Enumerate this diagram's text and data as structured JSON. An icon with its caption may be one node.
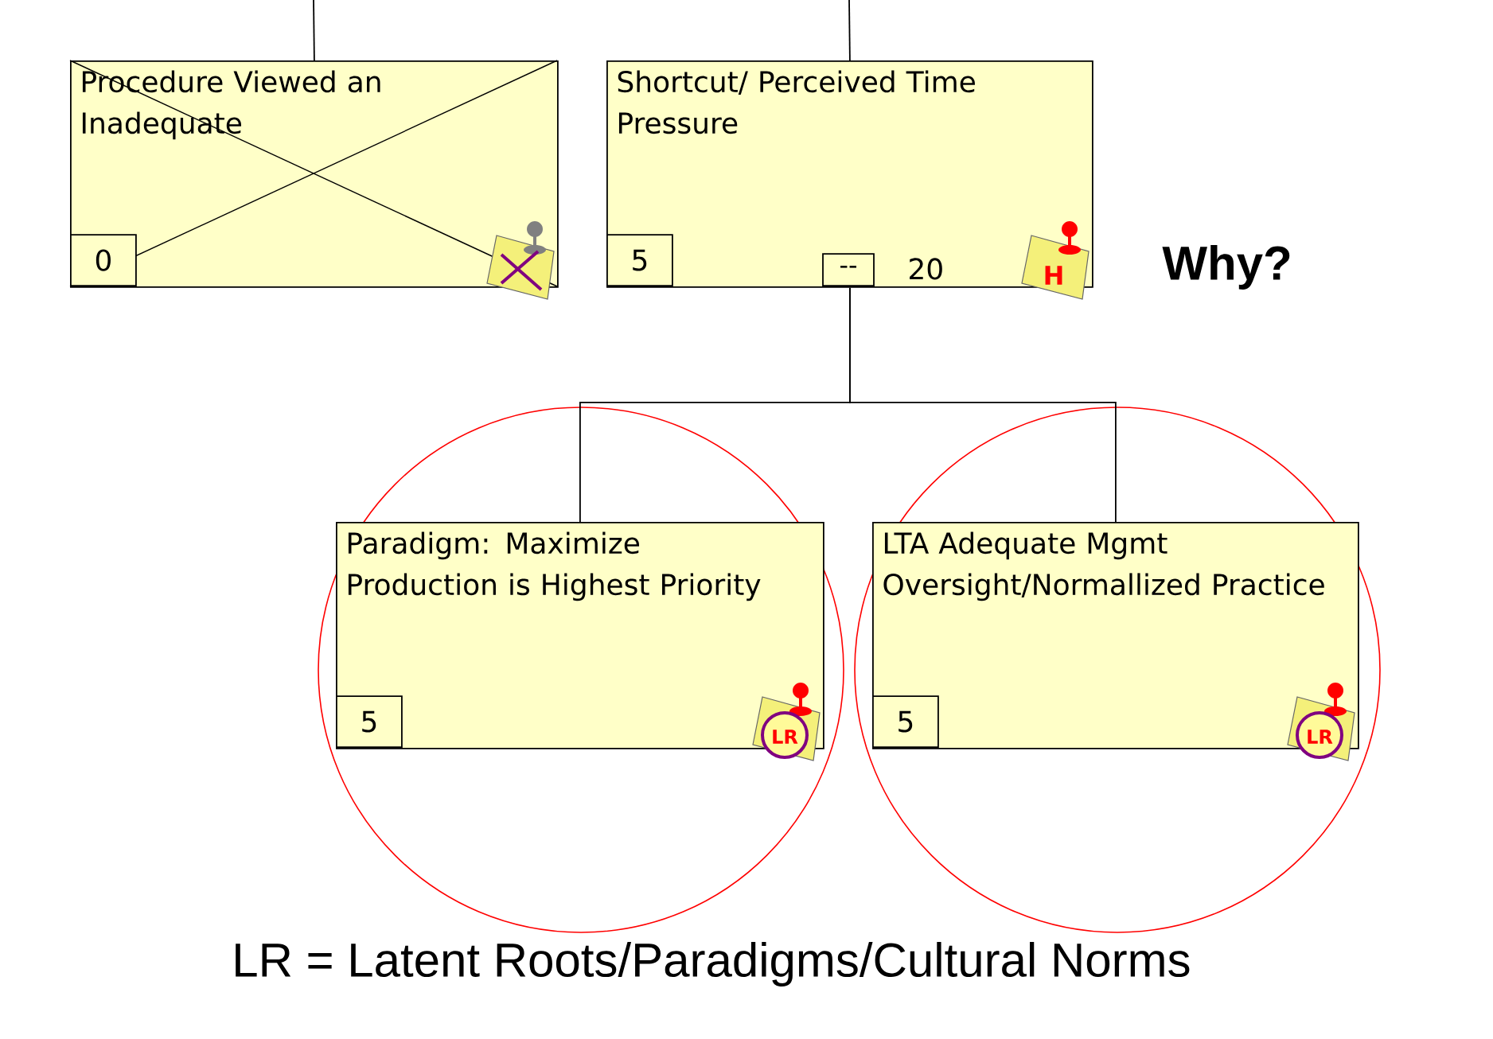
{
  "diagram": {
    "caption": "LR = Latent Roots/Paradigms/Cultural Norms",
    "nodes": [
      {
        "text": [
          "Procedure Viewed an Inadequate",
          "0"
        ]
      },
      {
        "text": [
          "Shortcut/ Perceived Time Pressure",
          "5",
          "--",
          "20"
        ]
      },
      {
        "text": [
          "Paradigm: Maximize Production is Highest Priority",
          "5"
        ]
      },
      {
        "text": [
          "LTA Adequate Mgmt Oversight/Normallized Practice",
          "5"
        ]
      }
    ],
    "edges": [
      {
        "from": null,
        "to": 0,
        "arrow": "none"
      },
      {
        "from": null,
        "to": 1,
        "arrow": "none"
      },
      {
        "from": 1,
        "to": 2,
        "arrow": "none"
      },
      {
        "from": 1,
        "to": 3,
        "arrow": "none"
      }
    ],
    "labels": [
      "H",
      "LR",
      "LR",
      "Why?"
    ]
  }
}
